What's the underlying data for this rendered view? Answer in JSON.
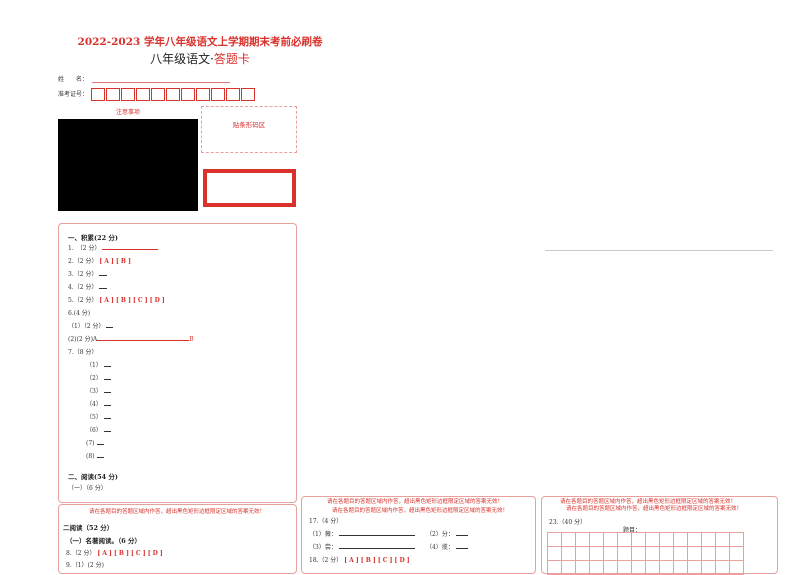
{
  "header": {
    "title": "2022-2023 学年八年级语文上学期期末考前必刷卷",
    "subtitle_main": "八年级语文·",
    "subtitle_accent": "答题卡",
    "name_label": "姓　　名：",
    "id_label": "准考证号：",
    "id_box_count": 11
  },
  "notice": {
    "heading": "注意事项"
  },
  "barcode": {
    "label": "贴条形码区"
  },
  "left_panel": {
    "section1": "一、积累(22 分)",
    "q1": "1.　（2 分）",
    "q2": "2.（2 分）",
    "q3": "3.（2 分）",
    "q4": "4.（2 分）",
    "q5": "5.（2 分）",
    "q6": "6.(4 分)",
    "q6_1": "（1）（2 分）",
    "q6_2": "(2)(2 分)A",
    "q6_2_b": "B",
    "q7": "7.（8 分）",
    "q7_items": [
      "（1）",
      "（2）",
      "（3）",
      "（4）",
      "（5）",
      "（6）",
      "(7)",
      "(8)"
    ],
    "section2": "二、阅读(54 分)",
    "sub1": "（一）（6 分）",
    "opt_ab": "[ A ] [ B ]",
    "opt_abcd": "[ A ] [ B ] [ C ] [ D ]"
  },
  "warning": "请在各题目的答题区域内作答，超出黑色矩形边框限定区域的答案无效！",
  "bottom_left": {
    "section": "二阅读（52 分）",
    "sub": "（一）名著阅读。（6 分）",
    "q8": "8.（2 分）",
    "q9": "9.（1）(2 分)",
    "opt": "[ A ] [ B ] [ C ] [ D ]"
  },
  "bottom_mid": {
    "q17": "17.（4 分）",
    "q17_1": "（1）薇：",
    "q17_2": "（2）分：",
    "q17_3": "（3）尝：",
    "q17_4": "（4）揽：",
    "q18": "18.（2 分）",
    "opt": "[ A ] [ B ] [ C ] [ D ]"
  },
  "bottom_right": {
    "q23": "23.（40 分）",
    "topic_label": "题目："
  }
}
